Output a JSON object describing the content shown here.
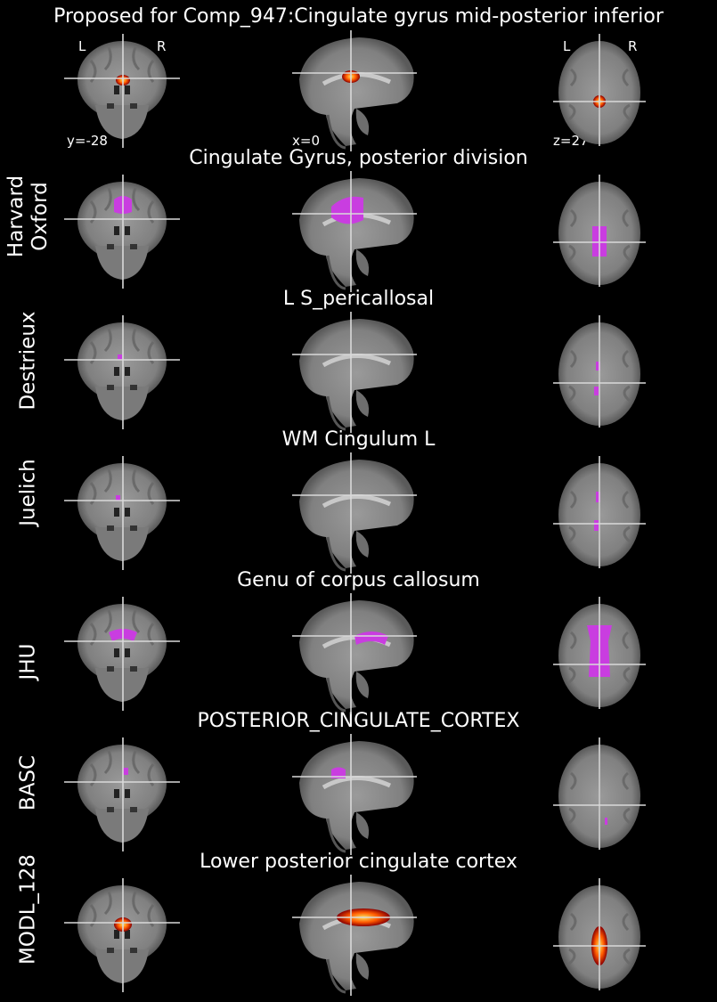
{
  "title": "Proposed for Comp_947:Cingulate gyrus mid-posterior inferior",
  "orientation": {
    "left": "L",
    "right": "R"
  },
  "coords": {
    "coronal": "y=-28",
    "sagittal": "x=0",
    "axial": "z=27"
  },
  "colors": {
    "background": "#000000",
    "atlas_overlay": "#c93de0",
    "crosshair": "#d9d9d9",
    "heat_outer": "#8a0000",
    "heat_mid": "#ff5a00",
    "heat_inner": "#ffe25a",
    "brain_tissue": "#8c8c8c"
  },
  "rows": [
    {
      "atlas": "",
      "region": "",
      "overlay": "heat"
    },
    {
      "atlas": "Harvard\nOxford",
      "region": "Cingulate Gyrus, posterior division",
      "overlay": "atlas"
    },
    {
      "atlas": "Destrieux",
      "region": "L S_pericallosal",
      "overlay": "atlas"
    },
    {
      "atlas": "Juelich",
      "region": "WM Cingulum L",
      "overlay": "atlas"
    },
    {
      "atlas": "JHU",
      "region": "Genu of corpus callosum",
      "overlay": "atlas"
    },
    {
      "atlas": "BASC",
      "region": "POSTERIOR_CINGULATE_CORTEX",
      "overlay": "atlas"
    },
    {
      "atlas": "MODL_128",
      "region": "Lower posterior cingulate cortex",
      "overlay": "heat"
    }
  ]
}
